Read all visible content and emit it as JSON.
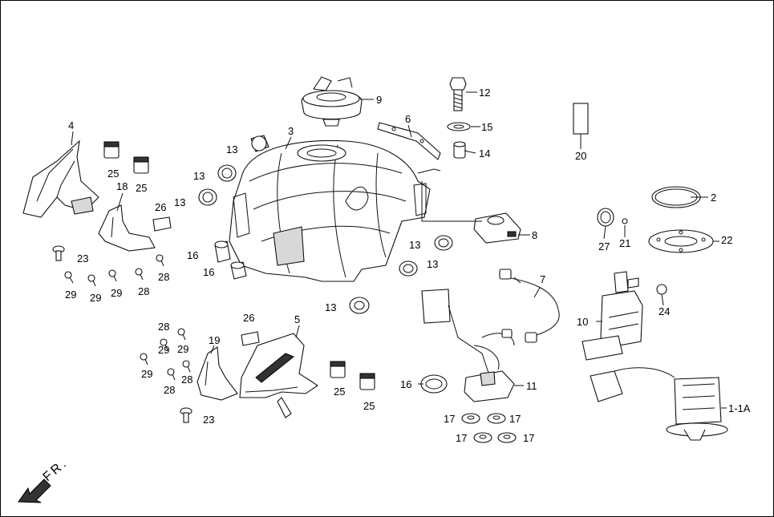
{
  "direction_indicator": "FR.",
  "callouts": [
    "1-1A",
    "2",
    "3",
    "4",
    "5",
    "6",
    "7",
    "8",
    "9",
    "10",
    "11",
    "12",
    "13",
    "14",
    "15",
    "16",
    "17",
    "18",
    "19",
    "20",
    "21",
    "22",
    "23",
    "24",
    "25",
    "26",
    "27",
    "28",
    "29"
  ],
  "colors": {
    "line": "#111111",
    "background": "#ffffff",
    "part_fill": "#ffffff",
    "shade": "#d8d8d8"
  }
}
